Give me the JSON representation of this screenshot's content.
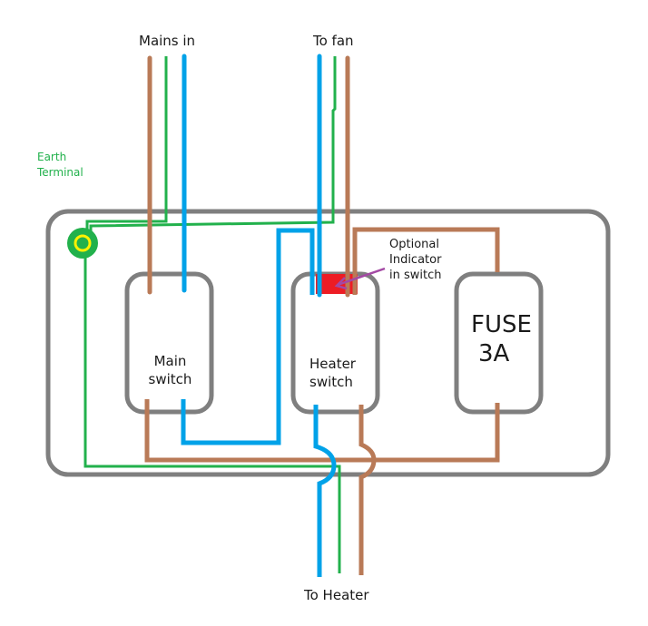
{
  "labels": {
    "mains_in": "Mains in",
    "to_fan": "To fan",
    "to_heater": "To Heater",
    "earth_terminal_line1": "Earth",
    "earth_terminal_line2": "Terminal",
    "indicator_line1": "Optional",
    "indicator_line2": "Indicator",
    "indicator_line3": "in switch"
  },
  "components": {
    "main_switch": {
      "line1": "Main",
      "line2": "switch"
    },
    "heater_switch": {
      "line1": "Heater",
      "line2": "switch"
    },
    "fuse": {
      "line1": "FUSE",
      "line2": "3A"
    }
  },
  "colors": {
    "live": "#b97a57",
    "neutral": "#00a2e8",
    "earth": "#22b14c",
    "enclosure": "#7f7f7f",
    "indicator": "#ed1c24",
    "arrow": "#a349a4",
    "earth_ring": "#fff200"
  }
}
